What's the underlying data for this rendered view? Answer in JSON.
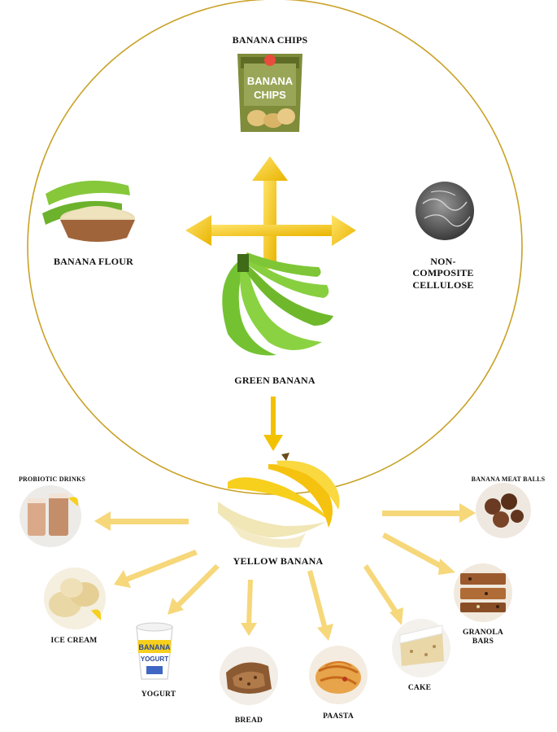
{
  "colors": {
    "circle_stroke": "#c9a227",
    "arrow_gold": "#f2c200",
    "arrow_pale": "#f6d77a",
    "green_banana": "#7cc832",
    "yellow_banana": "#f7cf1d",
    "background": "#ffffff"
  },
  "icons": {
    "banana_chips": "banana-chips-bag-icon",
    "banana_flour": "flour-bowl-icon",
    "cellulose": "cellulose-micrograph-icon",
    "green_banana": "green-banana-bunch-icon",
    "yellow_banana": "yellow-banana-icon",
    "probiotic_drinks": "smoothie-glass-icon",
    "ice_cream": "ice-cream-scoop-icon",
    "yogurt": "yogurt-cup-icon",
    "bread": "bread-loaf-icon",
    "paasta": "pasta-plate-icon",
    "cake": "cake-slice-icon",
    "granola_bars": "granola-bar-icon",
    "banana_meat_balls": "meatballs-bowl-icon"
  },
  "green_products": {
    "banana_chips": "BANANA CHIPS",
    "banana_flour": "BANANA FLOUR",
    "cellulose": "NON-COMPOSITE CELLULOSE"
  },
  "center": {
    "green_banana": "GREEN BANANA",
    "yellow_banana": "YELLOW BANANA"
  },
  "packaging": {
    "chips_brand": "BANANA",
    "chips_brand_2": "CHIPS",
    "yogurt_label": "BANANA",
    "yogurt_label_2": "YOGURT"
  },
  "yellow_products": {
    "probiotic_drinks": "PROBIOTIC DRINKS",
    "ice_cream": "ICE CREAM",
    "yogurt": "YOGURT",
    "bread": "BREAD",
    "paasta": "PAASTA",
    "cake": "CAKE",
    "granola_bars": "GRANOLA BARS",
    "banana_meat_balls": "BANANA MEAT BALLS"
  }
}
